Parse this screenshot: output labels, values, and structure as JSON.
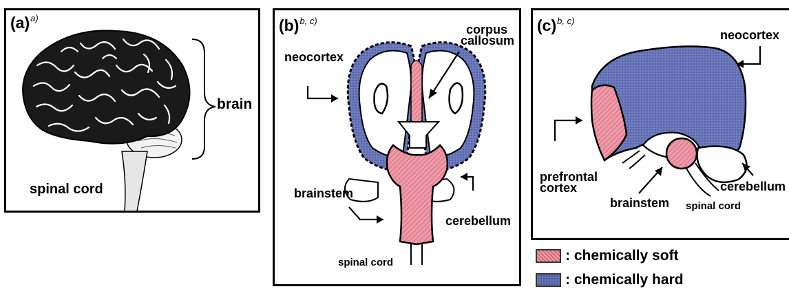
{
  "colors": {
    "soft": "#e58a9a",
    "hard": "#6472b4",
    "outline": "#000000"
  },
  "panel_a": {
    "label": "(a)",
    "label_sup": "a)",
    "brain_label": "brain",
    "spinal_cord_label": "spinal cord"
  },
  "panel_b": {
    "label": "(b)",
    "label_sup": "b, c)",
    "neocortex": "neocortex",
    "corpus_callosum_line1": "corpus",
    "corpus_callosum_line2": "callosum",
    "brainstem": "brainstem",
    "cerebellum": "cerebellum",
    "spinal_cord": "spinal cord"
  },
  "panel_c": {
    "label": "(c)",
    "label_sup": "b, c)",
    "neocortex": "neocortex",
    "prefrontal_line1": "prefrontal",
    "prefrontal_line2": "cortex",
    "brainstem": "brainstem",
    "cerebellum": "cerebellum",
    "spinal_cord": "spinal cord"
  },
  "legend": {
    "soft": ": chemically soft",
    "hard": ": chemically hard"
  }
}
